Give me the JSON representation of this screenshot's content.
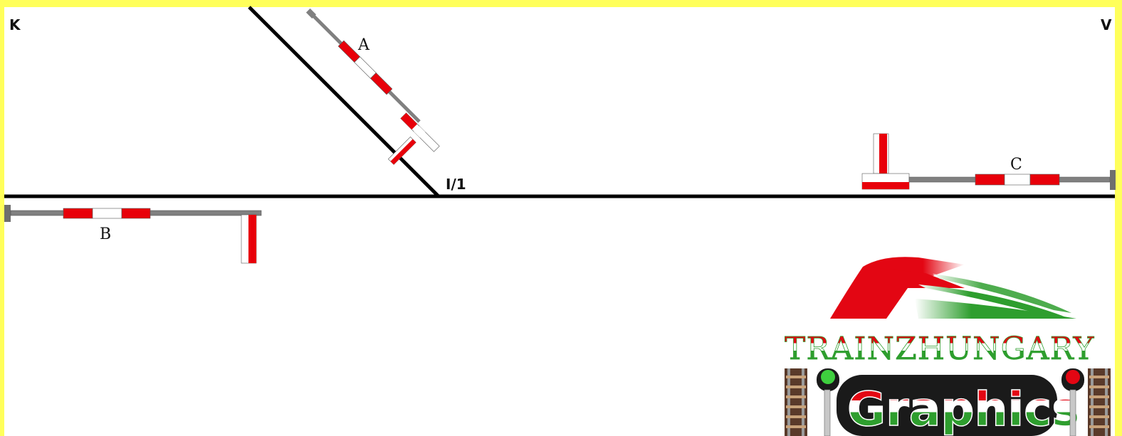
{
  "diagram": {
    "end_labels": {
      "left": "K",
      "right": "V"
    },
    "junction_label": "I/1",
    "barriers": [
      {
        "id": "A",
        "label": "A"
      },
      {
        "id": "B",
        "label": "B"
      },
      {
        "id": "C",
        "label": "C"
      }
    ]
  },
  "logo": {
    "name": "TRAINZHUNGARY",
    "sub": "Graphics"
  },
  "colors": {
    "background": "#ffff5a",
    "track": "#000000",
    "barrier_red": "#e8000a",
    "barrier_arm": "#808080",
    "logo_red": "#e30613",
    "logo_green": "#2e9e2e"
  }
}
